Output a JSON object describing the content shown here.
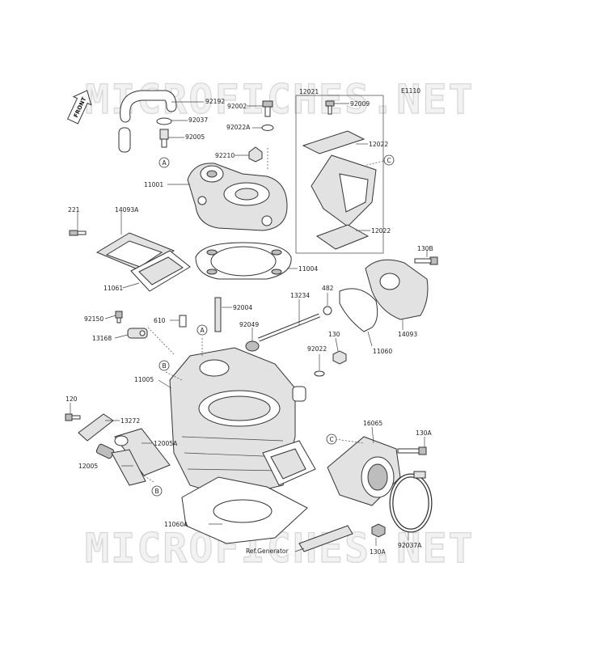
{
  "watermark": "MICROFICHES.NET",
  "front_label": "FRONT",
  "fig_code": "E1110",
  "ref_text": "Ref.Generator",
  "labels": {
    "p92192": "92192",
    "p92037": "92037",
    "p92005": "92005",
    "p92002": "92002",
    "p92022A": "92022A",
    "p92210": "92210",
    "p12021": "12021",
    "p92009": "92009",
    "p12022a": "12022",
    "p12022b": "12022",
    "p11001": "11001",
    "p221": "221",
    "p14093A": "14093A",
    "p11061": "11061",
    "p11004": "11004",
    "p130B": "130B",
    "p13234": "13234",
    "p482": "482",
    "p92150": "92150",
    "p610": "610",
    "p92004": "92004",
    "p13168": "13168",
    "p92049": "92049",
    "p130": "130",
    "p92022": "92022",
    "p11060": "11060",
    "p14093": "14093",
    "p11005": "11005",
    "p120": "120",
    "p13272": "13272",
    "p16065": "16065",
    "p130Aa": "130A",
    "p12005A": "12005A",
    "p12005": "12005",
    "p11060A": "11060A",
    "p130Ab": "130A",
    "p92037A": "92037A"
  },
  "callouts": {
    "A": "A",
    "B": "B",
    "C": "C"
  }
}
